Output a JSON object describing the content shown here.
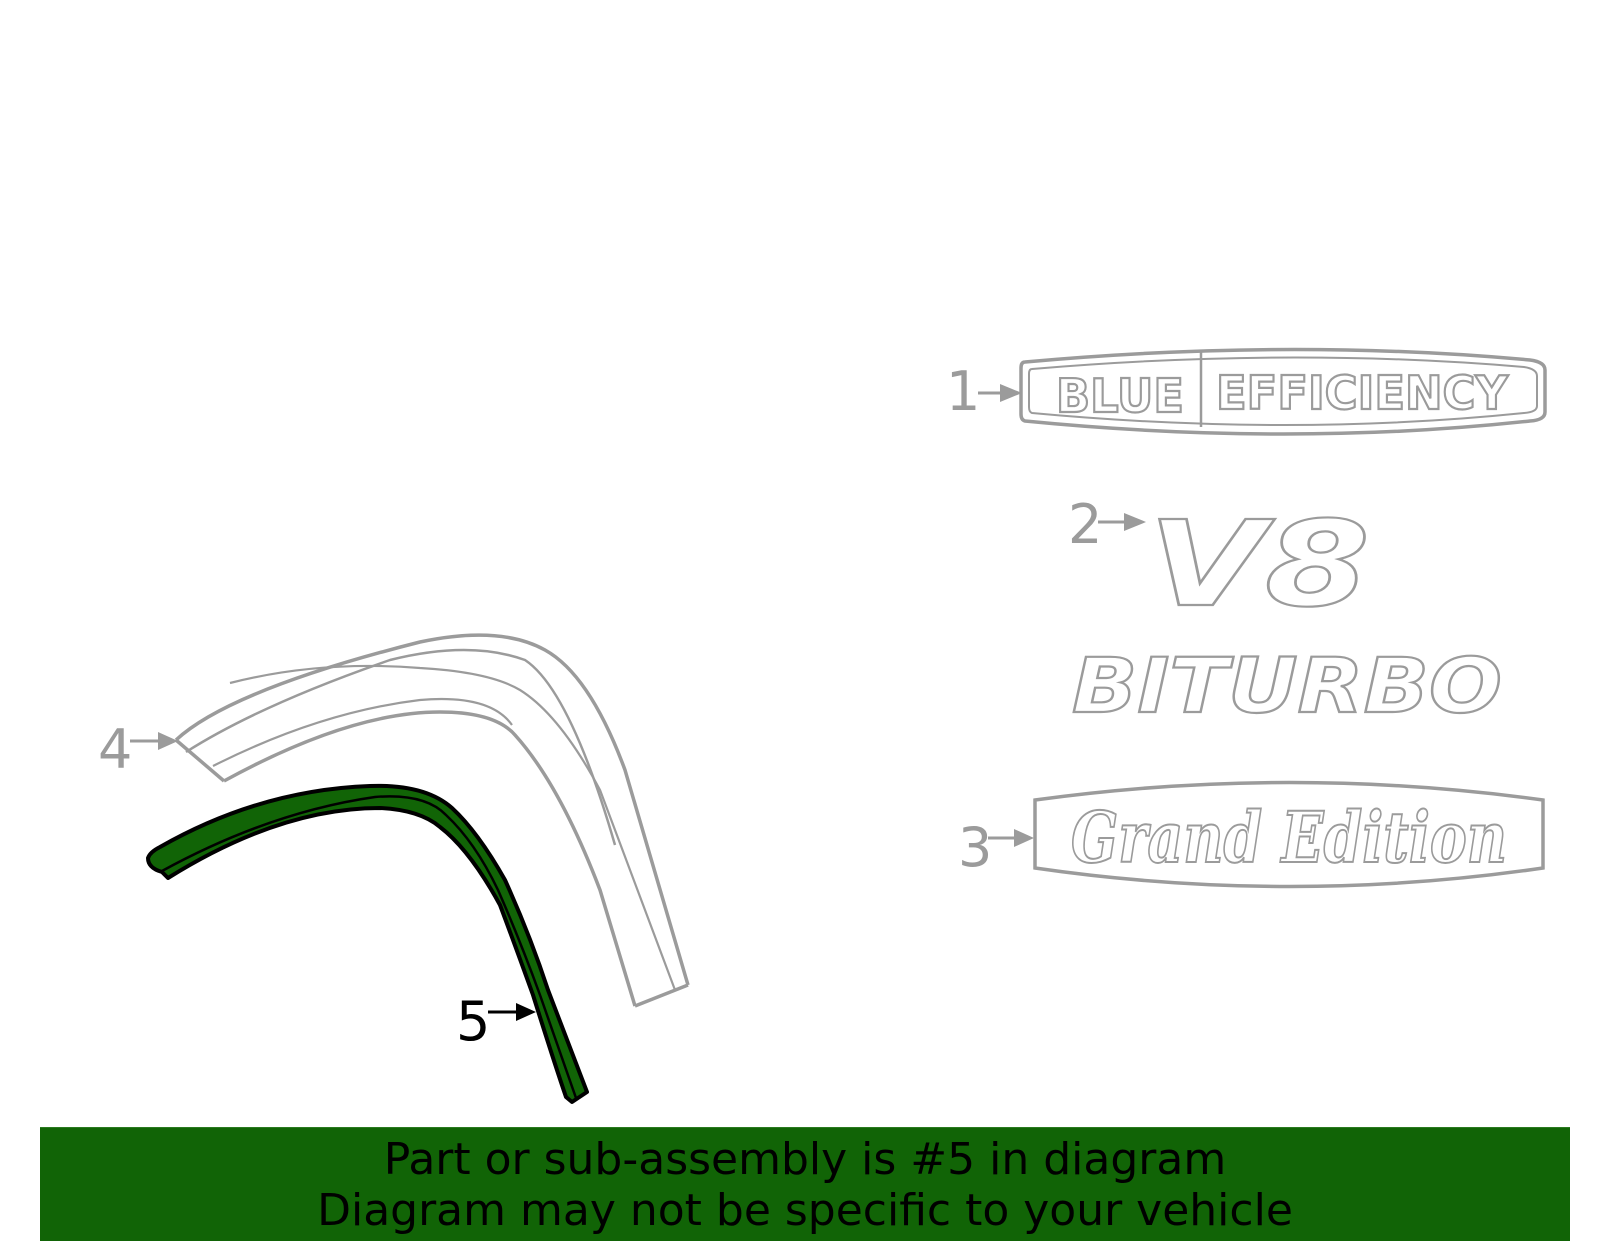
{
  "colors": {
    "background": "#ffffff",
    "inactive_part": "#9b9b9b",
    "highlight_fill": "#116406",
    "highlight_outline": "#000000",
    "banner_bg": "#116406",
    "banner_text": "#000000"
  },
  "callouts": [
    {
      "number": "1",
      "part": "blue-efficiency-emblem",
      "highlighted": false
    },
    {
      "number": "2",
      "part": "v8-biturbo-emblem",
      "highlighted": false
    },
    {
      "number": "3",
      "part": "grand-edition-emblem",
      "highlighted": false
    },
    {
      "number": "4",
      "part": "wheel-arch-molding",
      "highlighted": false
    },
    {
      "number": "5",
      "part": "wheel-arch-seal",
      "highlighted": true
    }
  ],
  "emblems": {
    "blue_efficiency": {
      "left_word": "BLUE",
      "right_word": "EFFICIENCY"
    },
    "v8": {
      "text": "V8"
    },
    "biturbo": {
      "text": "BITURBO"
    },
    "grand_edition": {
      "text": "Grand Edition"
    }
  },
  "banner": {
    "line1": "Part or sub-assembly is #5 in diagram",
    "line2": "Diagram may not be specific to your vehicle"
  }
}
